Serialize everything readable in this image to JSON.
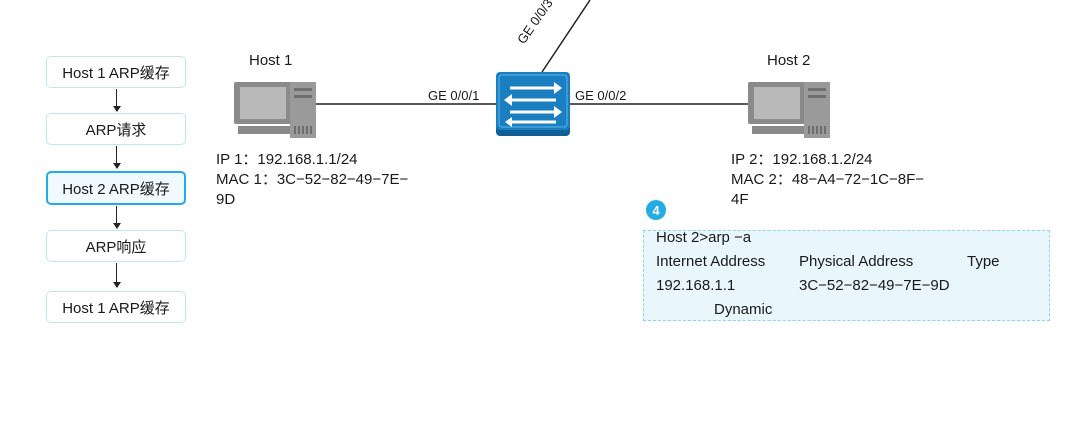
{
  "flow": {
    "step1": "Host 1 ARP缓存",
    "step2": "ARP请求",
    "step3": "Host 2 ARP缓存",
    "step4": "ARP响应",
    "step5": "Host 1 ARP缓存"
  },
  "host1": {
    "name": "Host 1",
    "ip": "IP 1：192.168.1.1/24",
    "mac_line1": "MAC 1：3C−52−82−49−7E−",
    "mac_line2": "9D"
  },
  "host2": {
    "name": "Host 2",
    "ip": "IP 2：192.168.1.2/24",
    "mac_line1": "MAC 2：48−A4−72−1C−8F−",
    "mac_line2": "4F"
  },
  "switch": {
    "port1": "GE 0/0/1",
    "port2": "GE 0/0/2",
    "port3": "GE 0/0/3"
  },
  "step_badge": "4",
  "arp_table": {
    "command": "Host 2>arp −a",
    "header_address": "Internet Address",
    "header_physical": "Physical Address",
    "header_type": "Type",
    "entry_ip": "192.168.1.1",
    "entry_mac": "3C−52−82−49−7E−9D",
    "entry_type": "Dynamic"
  },
  "colors": {
    "accent": "#22ace3",
    "switch_body": "#1a7fc1",
    "panel_bg": "#e9f6fc",
    "host_gray": "#8a8a8a"
  }
}
